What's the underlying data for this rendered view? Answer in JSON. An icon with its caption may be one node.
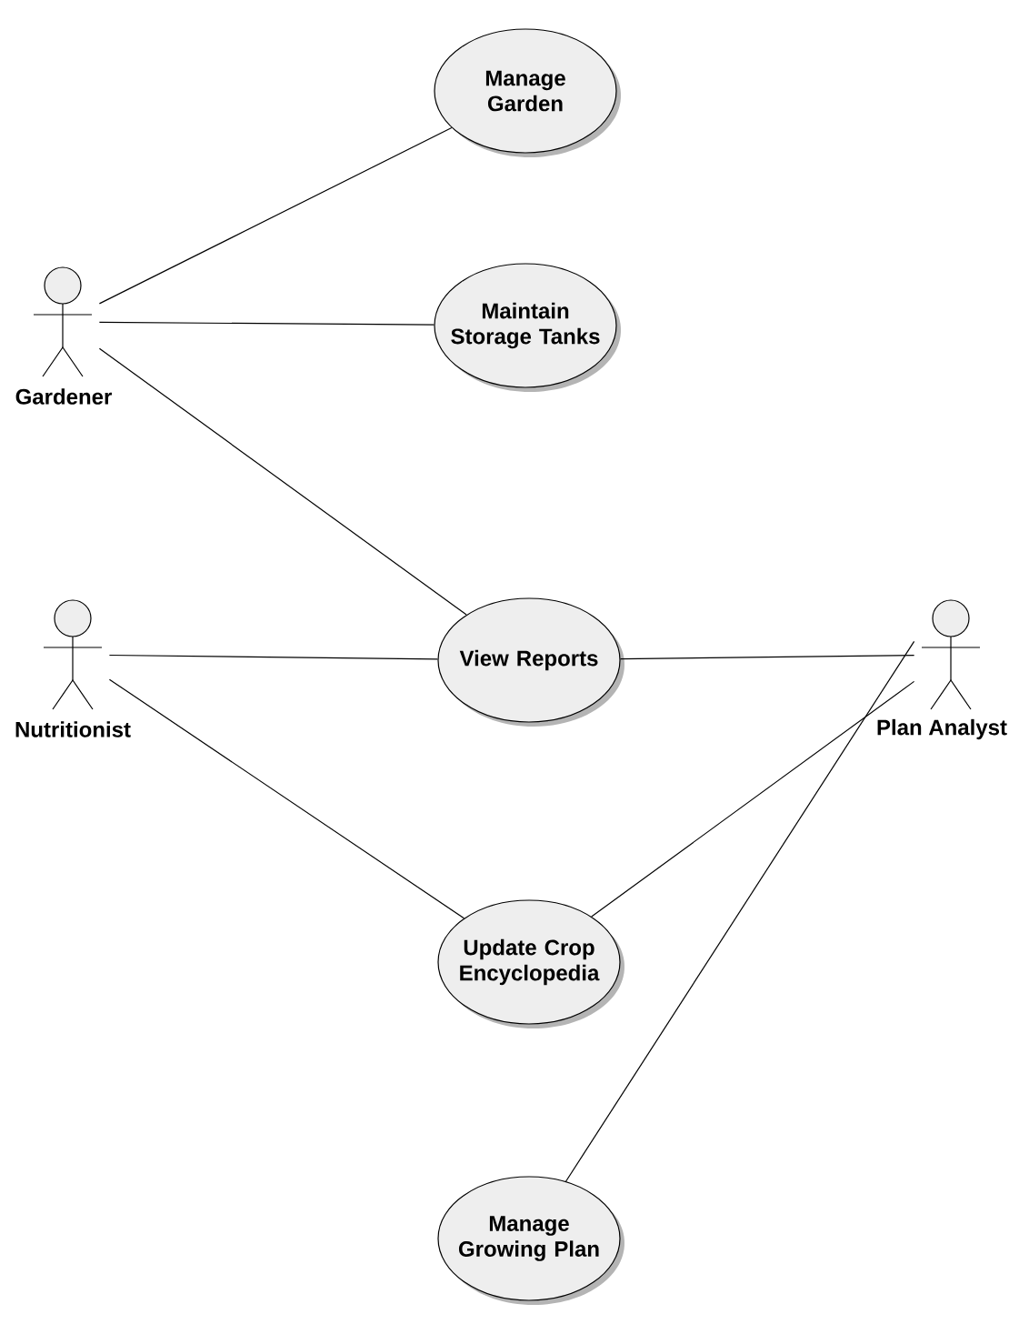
{
  "diagram": {
    "nodes": [
      {
        "text": [
          "Manage Garden"
        ]
      },
      {
        "text": [
          "Gardener"
        ]
      },
      {
        "text": [
          "Maintain Storage Tanks"
        ]
      },
      {
        "text": [
          "Nutritionist"
        ]
      },
      {
        "text": [
          "View Reports"
        ]
      },
      {
        "text": [
          "Plan Analyst"
        ]
      },
      {
        "text": [
          "Update Crop Encyclopedia"
        ]
      },
      {
        "text": [
          "Manage Growing Plan"
        ]
      }
    ],
    "edges": [
      {
        "from": 1,
        "to": 0,
        "arrow": "none"
      },
      {
        "from": 1,
        "to": 2,
        "arrow": "none"
      },
      {
        "from": 1,
        "to": 4,
        "arrow": "none"
      },
      {
        "from": 3,
        "to": 4,
        "arrow": "none"
      },
      {
        "from": 3,
        "to": 6,
        "arrow": "none"
      },
      {
        "from": 5,
        "to": 4,
        "arrow": "none"
      },
      {
        "from": 5,
        "to": 6,
        "arrow": "none"
      },
      {
        "from": 5,
        "to": 7,
        "arrow": "none"
      }
    ]
  }
}
